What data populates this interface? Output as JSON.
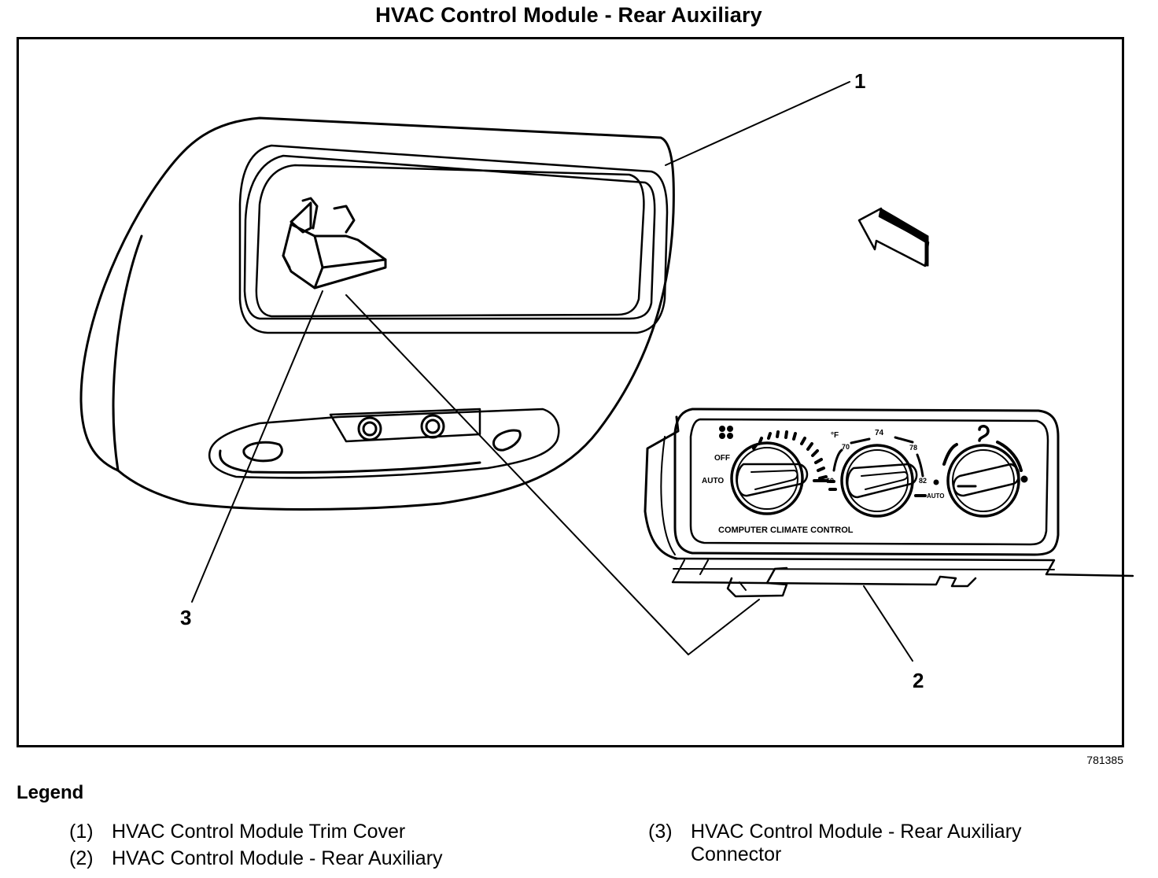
{
  "title": "HVAC Control Module - Rear Auxiliary",
  "figure_id": "781385",
  "callouts": [
    "1",
    "2",
    "3"
  ],
  "module_panel": {
    "panel_label": "COMPUTER CLIMATE CONTROL",
    "fan_knob": {
      "icon": "fan-icon",
      "labels": [
        "OFF",
        "AUTO"
      ]
    },
    "temp_knob": {
      "unit": "°F",
      "labels": [
        "60",
        "70",
        "74",
        "78",
        "82"
      ],
      "auto_label": "AUTO"
    },
    "mode_knob": {
      "icon": "mode-icon"
    }
  },
  "legend": {
    "heading": "Legend",
    "items": [
      {
        "num": "(1)",
        "text": "HVAC Control Module Trim Cover"
      },
      {
        "num": "(2)",
        "text": "HVAC Control Module - Rear Auxiliary"
      },
      {
        "num": "(3)",
        "text": "HVAC Control Module - Rear Auxiliary",
        "text2": "Connector"
      }
    ]
  }
}
